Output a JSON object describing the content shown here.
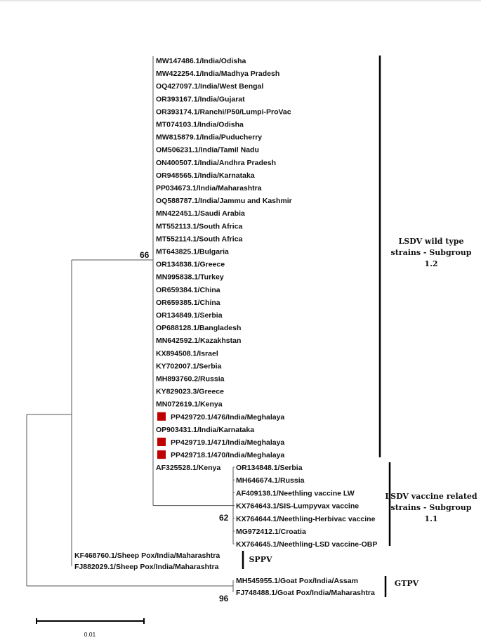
{
  "clades": {
    "subgroup_1_2": {
      "bootstrap": "66",
      "group_label_lines": [
        "LSDV wild type",
        "strains - Subgroup",
        "1.2"
      ],
      "leaves": [
        {
          "label": "MW147486.1/India/Odisha",
          "highlight": false
        },
        {
          "label": "MW422254.1/India/Madhya Pradesh",
          "highlight": false
        },
        {
          "label": "OQ427097.1/India/West Bengal",
          "highlight": false
        },
        {
          "label": "OR393167.1/India/Gujarat",
          "highlight": false
        },
        {
          "label": "OR393174.1/Ranchi/P50/Lumpi-ProVac",
          "highlight": false
        },
        {
          "label": "MT074103.1/India/Odisha",
          "highlight": false
        },
        {
          "label": "MW815879.1/India/Puducherry",
          "highlight": false
        },
        {
          "label": "OM506231.1/India/Tamil Nadu",
          "highlight": false
        },
        {
          "label": "ON400507.1/India/Andhra Pradesh",
          "highlight": false
        },
        {
          "label": "OR948565.1/India/Karnataka",
          "highlight": false
        },
        {
          "label": "PP034673.1/India/Maharashtra",
          "highlight": false
        },
        {
          "label": "OQ588787.1/India/Jammu and Kashmir",
          "highlight": false
        },
        {
          "label": "MN422451.1/Saudi Arabia",
          "highlight": false
        },
        {
          "label": "MT552113.1/South Africa",
          "highlight": false
        },
        {
          "label": "MT552114.1/South Africa",
          "highlight": false
        },
        {
          "label": "MT643825.1/Bulgaria",
          "highlight": false
        },
        {
          "label": "OR134838.1/Greece",
          "highlight": false
        },
        {
          "label": "MN995838.1/Turkey",
          "highlight": false
        },
        {
          "label": "OR659384.1/China",
          "highlight": false
        },
        {
          "label": "OR659385.1/China",
          "highlight": false
        },
        {
          "label": "OR134849.1/Serbia",
          "highlight": false
        },
        {
          "label": "OP688128.1/Bangladesh",
          "highlight": false
        },
        {
          "label": "MN642592.1/Kazakhstan",
          "highlight": false
        },
        {
          "label": "KX894508.1/Israel",
          "highlight": false
        },
        {
          "label": "KY702007.1/Serbia",
          "highlight": false
        },
        {
          "label": "MH893760.2/Russia",
          "highlight": false
        },
        {
          "label": "KY829023.3/Greece",
          "highlight": false
        },
        {
          "label": "MN072619.1/Kenya",
          "highlight": false
        },
        {
          "label": "PP429720.1/476/India/Meghalaya",
          "highlight": true
        },
        {
          "label": "OP903431.1/India/Karnataka",
          "highlight": false
        },
        {
          "label": "PP429719.1/471/India/Meghalaya",
          "highlight": true
        },
        {
          "label": "PP429718.1/470/India/Meghalaya",
          "highlight": true
        },
        {
          "label": "AF325528.1/Kenya",
          "highlight": false
        }
      ]
    },
    "subgroup_1_1": {
      "bootstrap": "62",
      "group_label_lines": [
        "LSDV vaccine related",
        "strains - Subgroup",
        "1.1"
      ],
      "leaves": [
        {
          "label": "OR134848.1/Serbia"
        },
        {
          "label": "MH646674.1/Russia"
        },
        {
          "label": "AF409138.1/Neethling vaccine LW"
        },
        {
          "label": "KX764643.1/SIS-Lumpyvax vaccine"
        },
        {
          "label": "KX764644.1/Neethling-Herbivac vaccine"
        },
        {
          "label": "MG972412.1/Croatia"
        },
        {
          "label": "KX764645.1/Neethling-LSD vaccine-OBP"
        }
      ]
    },
    "sppv": {
      "group_label_lines": [
        "SPPV"
      ],
      "leaves": [
        {
          "label": "KF468760.1/Sheep Pox/India/Maharashtra"
        },
        {
          "label": "FJ882029.1/Sheep Pox/India/Maharashtra"
        }
      ]
    },
    "gtpv": {
      "bootstrap": "96",
      "group_label_lines": [
        "GTPV"
      ],
      "leaves": [
        {
          "label": "MH545955.1/Goat Pox/India/Assam"
        },
        {
          "label": "FJ748488.1/Goat Pox/India/Maharashtra"
        }
      ]
    }
  },
  "scale_bar": {
    "label": "0.01"
  },
  "colors": {
    "highlight_marker": "#c00000",
    "branch": "#555555",
    "text": "#111111"
  }
}
